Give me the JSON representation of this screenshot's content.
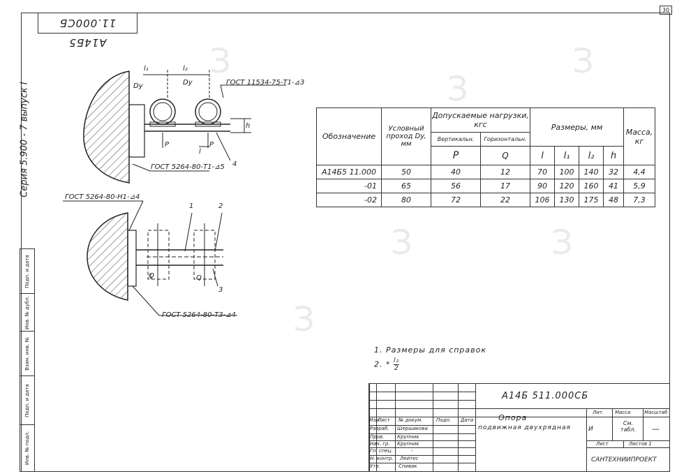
{
  "sheet_number": "30",
  "code_rotated": "А14Б5 11.000СБ",
  "series_text": "Серия 5.900 - 7   выпуск I",
  "side_strip": [
    "Инв. № подл.",
    "Подп. и дата",
    "Взам. инв. №",
    "Инв. № дубл.",
    "Подп. и дата"
  ],
  "drawing_labels": {
    "l1": "l₁",
    "l2": "l₂",
    "dy1": "Dy",
    "dy2": "Dy",
    "gost_top": "ГОСТ 11534-75-Т1-⊿3",
    "gost_bot1": "ГОСТ 5264-80-Т1-⊿5",
    "p1": "P",
    "p2": "P",
    "l": "l",
    "h": "h",
    "n4a": "4",
    "gost_mid": "ГОСТ 5264-80-Н1-⊿4",
    "n1": "1",
    "n2": "2",
    "q1": "Q",
    "q2": "Q",
    "n3": "3",
    "gost_bot2": "ГОСТ 5264-80-Т3-⊿4"
  },
  "table": {
    "headers": {
      "designation": "Обозначение",
      "dn": "Условный проход Dy, мм",
      "loads": "Допускаемые нагрузки, кгс",
      "vertical": "Вертикальн.",
      "horizontal": "Горизонтальн.",
      "p": "P",
      "q": "Q",
      "dims": "Размеры, мм",
      "l": "l",
      "l1": "l₁",
      "l2": "l₂",
      "h": "h",
      "mass": "Масса, кг"
    },
    "rows": [
      {
        "designation": "А14Б5 11.000",
        "dn": "50",
        "p": "40",
        "q": "12",
        "l": "70",
        "l1": "100",
        "l2": "140",
        "h": "32",
        "mass": "4,4"
      },
      {
        "designation": "-01",
        "dn": "65",
        "p": "56",
        "q": "17",
        "l": "90",
        "l1": "120",
        "l2": "160",
        "h": "41",
        "mass": "5,9"
      },
      {
        "designation": "-02",
        "dn": "80",
        "p": "72",
        "q": "22",
        "l": "106",
        "l1": "130",
        "l2": "175",
        "h": "48",
        "mass": "7,3"
      }
    ]
  },
  "notes": {
    "n1": "1. Размеры для справок",
    "n2_prefix": "2. *",
    "n2_num": "l₂",
    "n2_den": "2"
  },
  "title_block": {
    "code": "А14Б 511.000СБ",
    "name_line1": "Опора",
    "name_line2": "подвижная двухрядная",
    "lit_header": "Лит.",
    "mass_header": "Масса",
    "scale_header": "Масштаб",
    "lit": "И",
    "mass": "См. табл.",
    "scale": "—",
    "sheet": "Лист",
    "sheets": "Листов 1",
    "org": "САНТЕХНИИПРОЕКТ",
    "cols": [
      "Изм",
      "Лист",
      "№ докум.",
      "Подп.",
      "Дата"
    ],
    "roles": [
      {
        "role": "Разраб.",
        "name": "Шершакова"
      },
      {
        "role": "Пров.",
        "name": "Крупник"
      },
      {
        "role": "Нач. гр.",
        "name": "Крупник"
      },
      {
        "role": "Гл. спец.",
        "name": "-"
      },
      {
        "role": "Н. контр.",
        "name": "Лейтес"
      },
      {
        "role": "Утв.",
        "name": "Спивак"
      }
    ]
  }
}
